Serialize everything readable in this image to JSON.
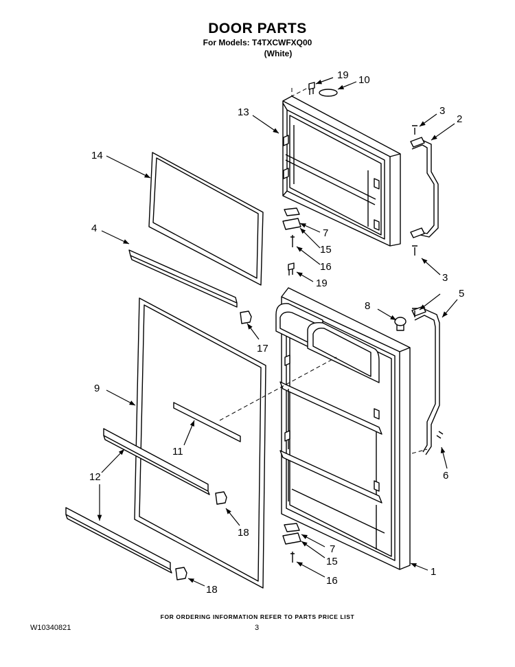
{
  "header": {
    "title": "DOOR PARTS",
    "models_line": "For Models: T4TXCWFXQ00",
    "color_line": "(White)"
  },
  "footer": {
    "ordering_note": "FOR ORDERING INFORMATION REFER TO PARTS PRICE LIST",
    "document_number": "W10340821",
    "page_number": "3"
  },
  "callouts": {
    "c19a": "19",
    "c10": "10",
    "c13": "13",
    "c3a": "3",
    "c2": "2",
    "c14": "14",
    "c4": "4",
    "c7a": "7",
    "c15a": "15",
    "c16a": "16",
    "c19b": "19",
    "c3b": "3",
    "c8": "8",
    "c5": "5",
    "c17": "17",
    "c9": "9",
    "c11": "11",
    "c6": "6",
    "c12": "12",
    "c18a": "18",
    "c7b": "7",
    "c15b": "15",
    "c16b": "16",
    "c1": "1",
    "c18b": "18"
  }
}
